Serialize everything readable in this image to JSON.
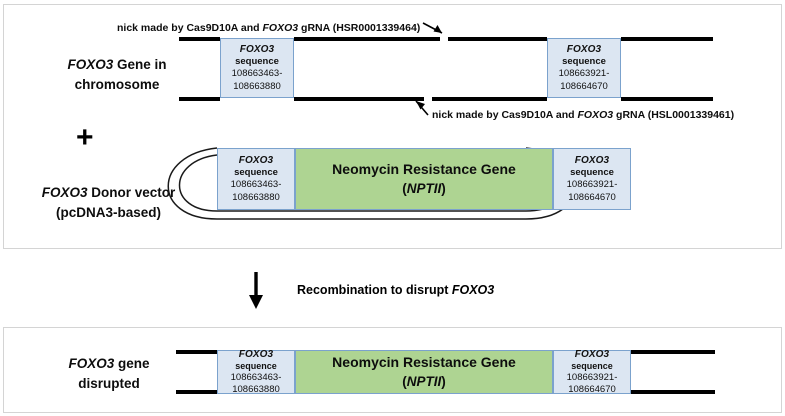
{
  "figure": {
    "title": "FOXO3 gene disruption by Cas9D10A nickase and donor vector recombination"
  },
  "colors": {
    "homology_box_fill": "#dce6f2",
    "homology_box_border": "#7ba2cd",
    "gene_box_fill": "#aed492",
    "panel_border": "#d4d4d4",
    "strand": "#000000",
    "background": "#ffffff"
  },
  "panel_top": {
    "caption_line1_italic": "FOXO3",
    "caption_line1_rest": " Gene in",
    "caption_line2": "chromosome",
    "nick_top_label_pre": "nick made by Cas9D10A and ",
    "nick_top_label_italic": "FOXO3",
    "nick_top_label_post": " gRNA (HSR0001339464)",
    "nick_bottom_label_pre": "nick made by Cas9D10A and ",
    "nick_bottom_label_italic": "FOXO3",
    "nick_bottom_label_post": " gRNA (HSL0001339461)",
    "left_box": {
      "gene": "FOXO3",
      "line2": "sequence",
      "coord1": "108663463-",
      "coord2": "108663880"
    },
    "right_box": {
      "gene": "FOXO3",
      "line2": "sequence",
      "coord1": "108663921-",
      "coord2": "108664670"
    }
  },
  "plus_symbol": "+",
  "panel_donor": {
    "caption_line1_italic": "FOXO3",
    "caption_line1_rest": " Donor vector",
    "caption_line2": "(pcDNA3-based)",
    "left_box": {
      "gene": "FOXO3",
      "line2": "sequence",
      "coord1": "108663463-",
      "coord2": "108663880"
    },
    "gene_box": {
      "title": "Neomycin Resistance Gene",
      "sub_open": "(",
      "sub_italic": "NPTII",
      "sub_close": ")"
    },
    "right_box": {
      "gene": "FOXO3",
      "line2": "sequence",
      "coord1": "108663921-",
      "coord2": "108664670"
    }
  },
  "step": {
    "label_pre": "Recombination to disrupt ",
    "label_italic": "FOXO3",
    "arrow": "down-arrow"
  },
  "panel_bottom": {
    "caption_line1_italic": "FOXO3",
    "caption_line1_rest": " gene",
    "caption_line2": "disrupted",
    "left_box": {
      "gene": "FOXO3",
      "line2": "sequence",
      "coord1": "108663463-",
      "coord2": "108663880"
    },
    "gene_box": {
      "title": "Neomycin Resistance Gene",
      "sub_open": "(",
      "sub_italic": "NPTII",
      "sub_close": ")"
    },
    "right_box": {
      "gene": "FOXO3",
      "line2": "sequence",
      "coord1": "108663921-",
      "coord2": "108664670"
    }
  }
}
